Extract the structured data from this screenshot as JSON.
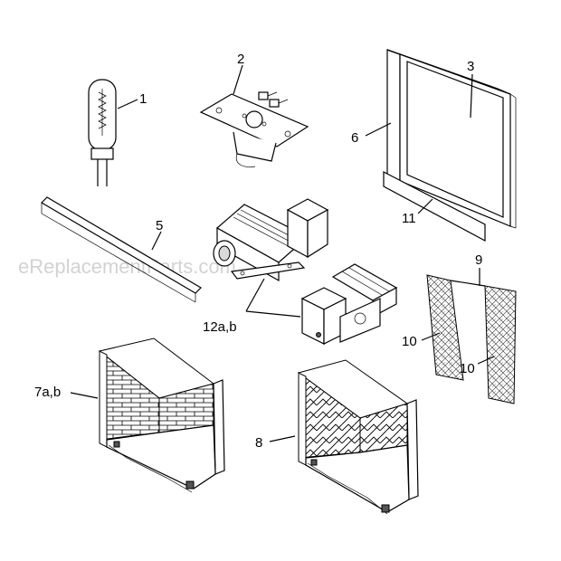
{
  "watermark": "eReplacementParts.com",
  "callouts": {
    "c1": "1",
    "c2": "2",
    "c3": "3",
    "c5": "5",
    "c6": "6",
    "c7": "7a,b",
    "c8": "8",
    "c9": "9",
    "c10a": "10",
    "c10b": "10",
    "c11": "11",
    "c12": "12a,b"
  }
}
